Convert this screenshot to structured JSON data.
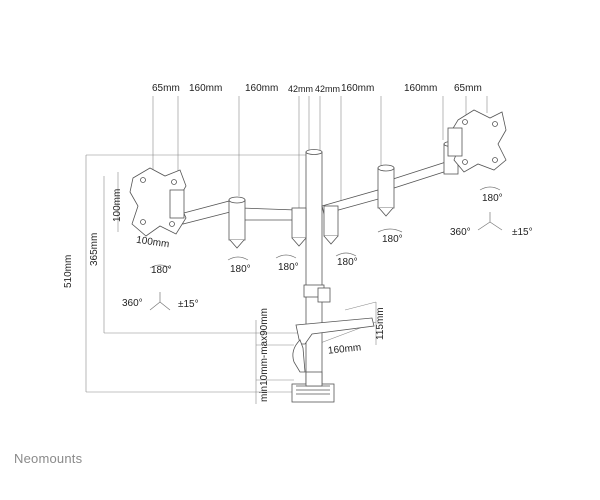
{
  "diagram": {
    "top_dims": [
      "65mm",
      "160mm",
      "160mm",
      "42mm",
      "42mm",
      "160mm",
      "160mm",
      "65mm"
    ],
    "left_vesa_w": "100mm",
    "left_vesa_h": "100mm",
    "height_total": "510mm",
    "height_arm": "365mm",
    "clamp_range": "min10mm-max90mm",
    "clamp_depth": "160mm",
    "clamp_height": "115mm",
    "rotations": {
      "swivel_left": "180°",
      "swivel_l1": "180°",
      "swivel_l2": "180°",
      "swivel_r2": "180°",
      "swivel_r1": "180°",
      "swivel_right": "180°",
      "rotate_left": "360°",
      "rotate_right": "360°",
      "tilt_left": "±15°",
      "tilt_right": "±15°"
    }
  },
  "brand": "Neomounts"
}
